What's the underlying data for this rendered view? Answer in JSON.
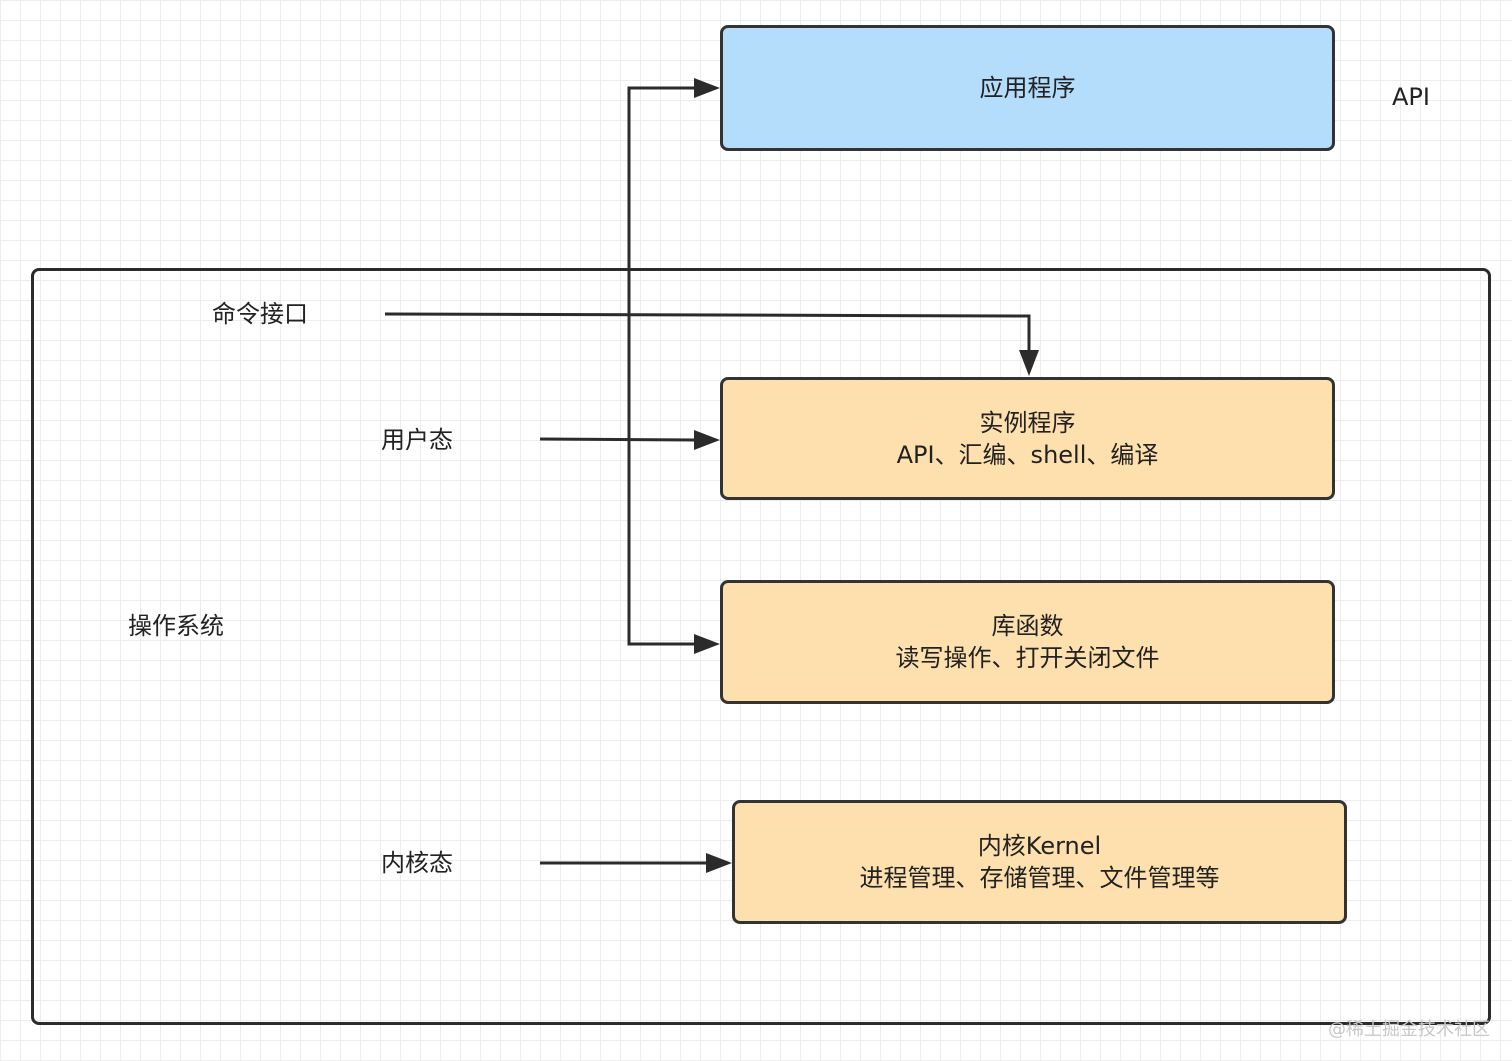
{
  "colors": {
    "app_fill": "#b3ddfb",
    "kernel_fill": "#fde0ae",
    "stroke": "#333333",
    "text": "#222222",
    "grid": "#ececec"
  },
  "nodes": {
    "application": {
      "title": "应用程序"
    },
    "example_programs": {
      "title": "实例程序",
      "detail": "API、汇编、shell、编译"
    },
    "library_functions": {
      "title": "库函数",
      "detail": "读写操作、打开关闭文件"
    },
    "kernel": {
      "title": "内核Kernel",
      "detail": "进程管理、存储管理、文件管理等"
    }
  },
  "labels": {
    "api": "API",
    "command_interface": "命令接口",
    "user_mode": "用户态",
    "operating_system": "操作系统",
    "kernel_mode": "内核态"
  },
  "watermark": "@稀土掘金技术社区"
}
